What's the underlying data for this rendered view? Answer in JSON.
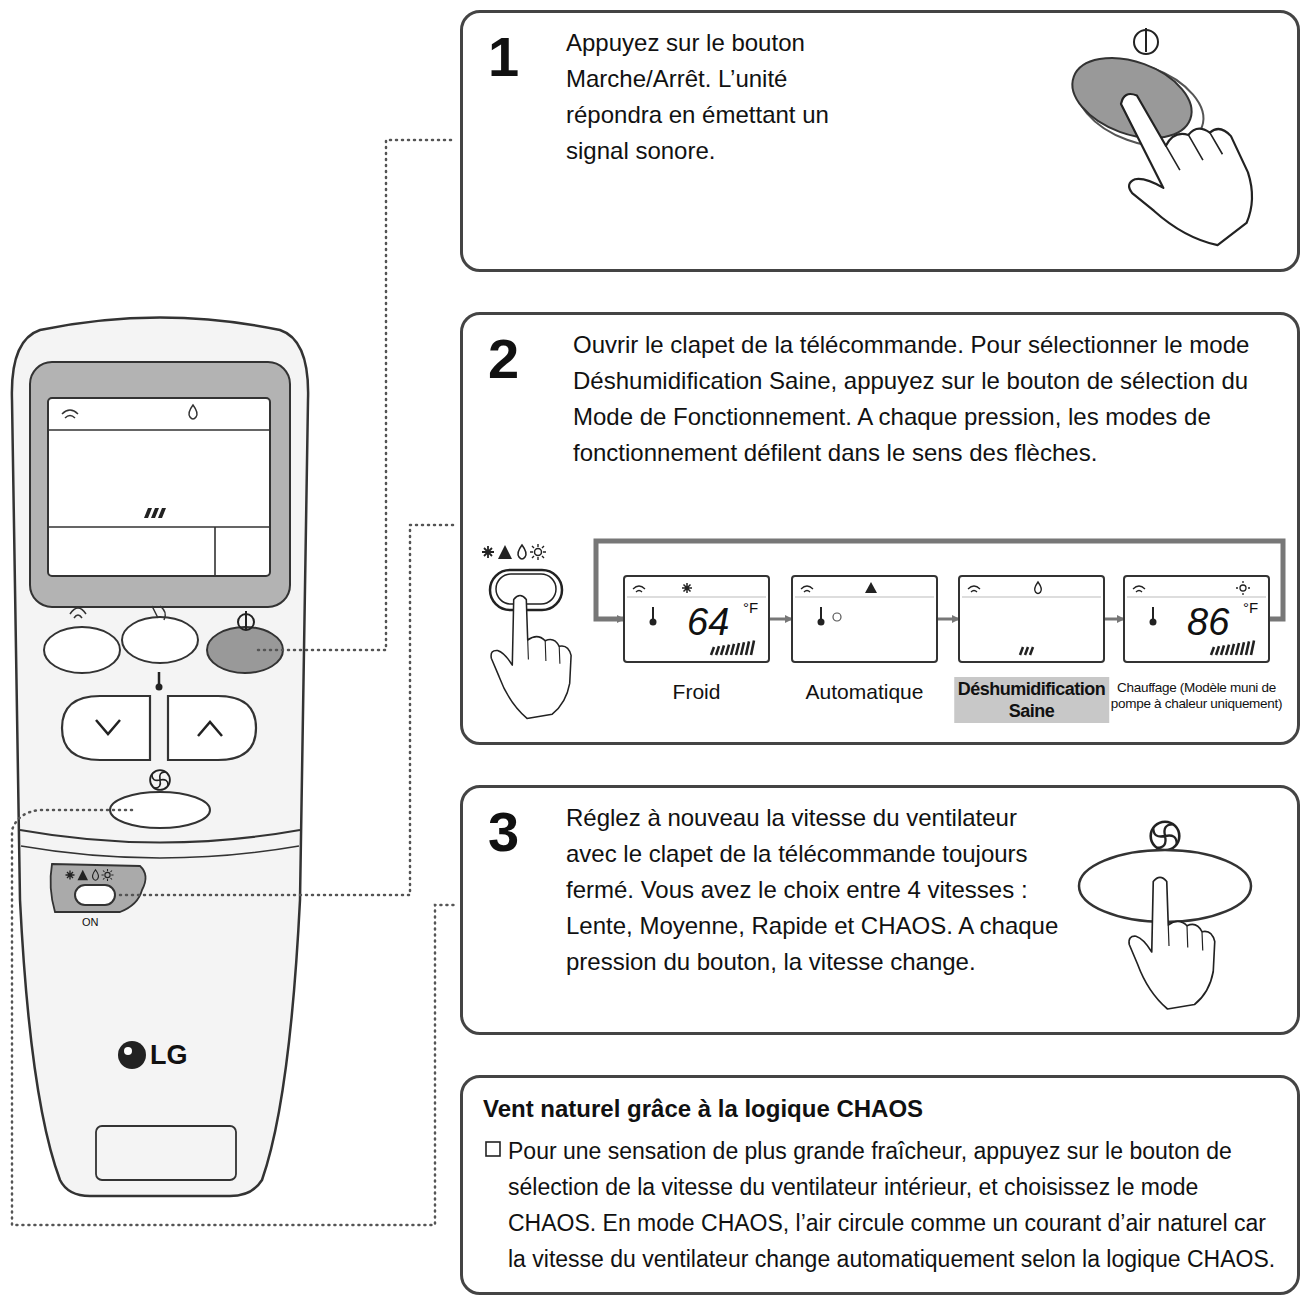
{
  "diagram": {
    "nodes": [
      {
        "text": [
          "1",
          "Appuyez sur le bouton Marche/Arrêt. L’unité répondra en émettant un signal sonore."
        ]
      },
      {
        "text": [
          "2",
          "Ouvrir le clapet de la télécommande. Pour sélectionner le mode Déshumidification Saine, appuyez sur le bouton de sélection du Mode de Fonctionnement. A chaque pression, les modes de fonctionnement défilent dans le sens des flèches."
        ]
      },
      {
        "text": [
          "64",
          "°F",
          "Froid"
        ],
        "in": 1
      },
      {
        "text": [
          "Automatique"
        ],
        "in": 1
      },
      {
        "text": [
          "Déshumidification Saine"
        ],
        "in": 1
      },
      {
        "text": [
          "86",
          "°F",
          "Chauffage (Modèle muni de pompe à chaleur uniquement)"
        ],
        "in": 1
      },
      {
        "text": [
          "3",
          "Réglez à nouveau la vitesse du ventilateur avec le clapet de la télécommande toujours fermé. Vous avez le choix entre 4 vitesses : Lente, Moyenne, Rapide et CHAOS. A chaque pression du bouton, la vitesse change."
        ]
      },
      {
        "text": [
          "Vent naturel grâce à la logique CHAOS",
          "Pour une sensation de plus grande fraîcheur, appuyez sur le bouton de sélection de la vitesse du ventilateur intérieur, et choisissez le mode CHAOS. En mode CHAOS, l’air circule comme un courant d’air naturel car la vitesse du ventilateur change automatiquement selon la logique CHAOS."
        ]
      }
    ],
    "edges": [
      {
        "from": 2,
        "to": 3,
        "arrow": "to"
      },
      {
        "from": 3,
        "to": 4,
        "arrow": "to"
      },
      {
        "from": 4,
        "to": 5,
        "arrow": "to"
      },
      {
        "from": 5,
        "to": 2,
        "arrow": "to"
      }
    ],
    "labels": [
      "ON",
      "LG"
    ]
  }
}
